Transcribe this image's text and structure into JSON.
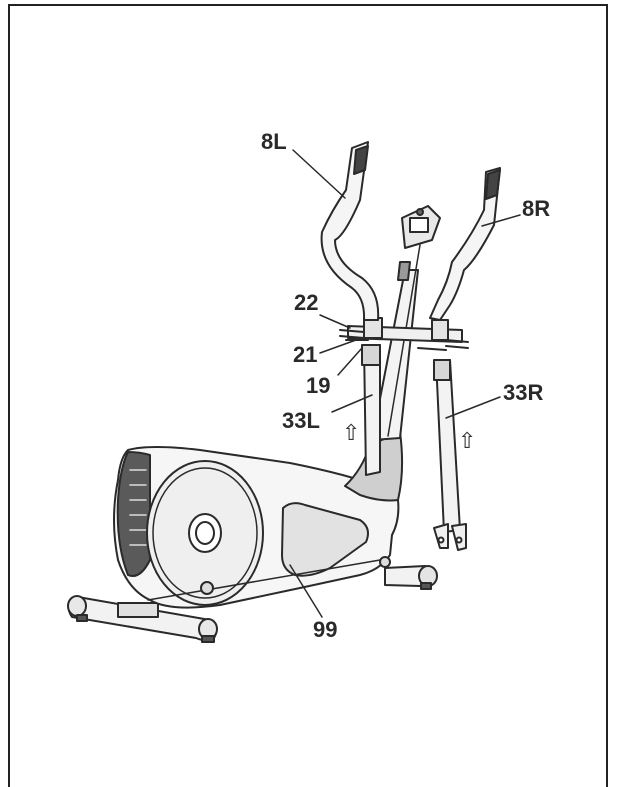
{
  "labels": {
    "handle_left": "8L",
    "handle_right": "8R",
    "part_22": "22",
    "part_21": "21",
    "part_19": "19",
    "tube_left": "33L",
    "tube_right": "33R",
    "shroud": "99"
  },
  "icons": {
    "up_arrow": "⇧"
  },
  "colors": {
    "line": "#2a2a2a",
    "fill_light": "#f4f4f4",
    "fill_mid": "#d9d9d9",
    "fill_dark": "#6a6a6a"
  }
}
